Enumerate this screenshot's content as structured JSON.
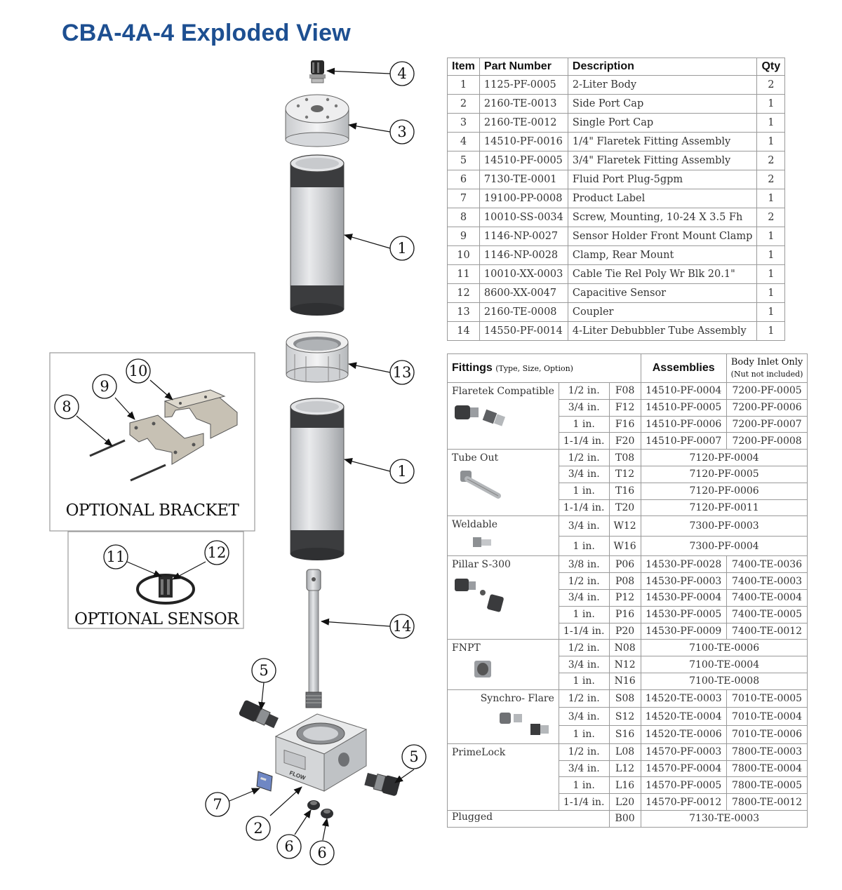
{
  "page_title": "CBA-4A-4 Exploded View",
  "diagram": {
    "callouts": [
      "4",
      "3",
      "1",
      "13",
      "1",
      "14",
      "5",
      "5",
      "7",
      "2",
      "6",
      "6",
      "10",
      "9",
      "8",
      "11",
      "12"
    ],
    "optional_bracket_label": "OPTIONAL BRACKET",
    "optional_sensor_label": "OPTIONAL SENSOR",
    "body_label": "FLOW"
  },
  "parts_table": {
    "headers": [
      "Item",
      "Part Number",
      "Description",
      "Qty"
    ],
    "rows": [
      [
        "1",
        "1125-PF-0005",
        "2-Liter Body",
        "2"
      ],
      [
        "2",
        "2160-TE-0013",
        "Side Port Cap",
        "1"
      ],
      [
        "3",
        "2160-TE-0012",
        "Single Port Cap",
        "1"
      ],
      [
        "4",
        "14510-PF-0016",
        "1/4\" Flaretek Fitting Assembly",
        "1"
      ],
      [
        "5",
        "14510-PF-0005",
        "3/4\" Flaretek Fitting Assembly",
        "2"
      ],
      [
        "6",
        "7130-TE-0001",
        "Fluid Port Plug-5gpm",
        "2"
      ],
      [
        "7",
        "19100-PP-0008",
        "Product Label",
        "1"
      ],
      [
        "8",
        "10010-SS-0034",
        "Screw, Mounting, 10-24 X 3.5 Fh",
        "2"
      ],
      [
        "9",
        "1146-NP-0027",
        "Sensor Holder Front Mount Clamp",
        "1"
      ],
      [
        "10",
        "1146-NP-0028",
        "Clamp, Rear Mount",
        "1"
      ],
      [
        "11",
        "10010-XX-0003",
        "Cable Tie Rel Poly Wr Blk 20.1\"",
        "1"
      ],
      [
        "12",
        "8600-XX-0047",
        "Capacitive Sensor",
        "1"
      ],
      [
        "13",
        "2160-TE-0008",
        "Coupler",
        "1"
      ],
      [
        "14",
        "14550-PF-0014",
        "4-Liter Debubbler Tube Assembly",
        "1"
      ]
    ]
  },
  "fittings_table": {
    "header_fittings": "Fittings",
    "header_fittings_note": "(Type, Size, Option)",
    "header_assemblies": "Assemblies",
    "header_body": "Body Inlet Only",
    "header_body_note": "(Nut not included)",
    "groups": [
      {
        "name": "Flaretek Compatible",
        "icon": "flaretek-fitting-icon",
        "rows": [
          [
            "1/2 in.",
            "F08",
            "14510-PF-0004",
            "7200-PF-0005"
          ],
          [
            "3/4 in.",
            "F12",
            "14510-PF-0005",
            "7200-PF-0006"
          ],
          [
            "1 in.",
            "F16",
            "14510-PF-0006",
            "7200-PF-0007"
          ],
          [
            "1-1/4 in.",
            "F20",
            "14510-PF-0007",
            "7200-PF-0008"
          ]
        ]
      },
      {
        "name": "Tube Out",
        "icon": "tube-out-icon",
        "rows": [
          [
            "1/2 in.",
            "T08",
            "7120-PF-0004"
          ],
          [
            "3/4 in.",
            "T12",
            "7120-PF-0005"
          ],
          [
            "1 in.",
            "T16",
            "7120-PF-0006"
          ],
          [
            "1-1/4 in.",
            "T20",
            "7120-PF-0011"
          ]
        ]
      },
      {
        "name": "Weldable",
        "icon": "weldable-icon",
        "rows": [
          [
            "3/4 in.",
            "W12",
            "7300-PF-0003"
          ],
          [
            "1 in.",
            "W16",
            "7300-PF-0004"
          ]
        ]
      },
      {
        "name": "Pillar S-300",
        "icon": "pillar-fitting-icon",
        "rows": [
          [
            "3/8 in.",
            "P06",
            "14530-PF-0028",
            "7400-TE-0036"
          ],
          [
            "1/2 in.",
            "P08",
            "14530-PF-0003",
            "7400-TE-0003"
          ],
          [
            "3/4 in.",
            "P12",
            "14530-PF-0004",
            "7400-TE-0004"
          ],
          [
            "1 in.",
            "P16",
            "14530-PF-0005",
            "7400-TE-0005"
          ],
          [
            "1-1/4 in.",
            "P20",
            "14530-PF-0009",
            "7400-TE-0012"
          ]
        ]
      },
      {
        "name": "FNPT",
        "icon": "fnpt-icon",
        "rows": [
          [
            "1/2 in.",
            "N08",
            "7100-TE-0006"
          ],
          [
            "3/4 in.",
            "N12",
            "7100-TE-0004"
          ],
          [
            "1 in.",
            "N16",
            "7100-TE-0008"
          ]
        ]
      },
      {
        "name": "Synchro- Flare",
        "icon": "synchro-flare-icon",
        "rows": [
          [
            "1/2 in.",
            "S08",
            "14520-TE-0003",
            "7010-TE-0005"
          ],
          [
            "3/4 in.",
            "S12",
            "14520-TE-0004",
            "7010-TE-0004"
          ],
          [
            "1 in.",
            "S16",
            "14520-TE-0006",
            "7010-TE-0006"
          ]
        ]
      },
      {
        "name": "PrimeLock",
        "icon": "",
        "rows": [
          [
            "1/2 in.",
            "L08",
            "14570-PF-0003",
            "7800-TE-0003"
          ],
          [
            "3/4 in.",
            "L12",
            "14570-PF-0004",
            "7800-TE-0004"
          ],
          [
            "1 in.",
            "L16",
            "14570-PF-0005",
            "7800-TE-0005"
          ],
          [
            "1-1/4 in.",
            "L20",
            "14570-PF-0012",
            "7800-TE-0012"
          ]
        ]
      }
    ],
    "plugged": {
      "name": "Plugged",
      "option": "B00",
      "part": "7130-TE-0003"
    }
  }
}
